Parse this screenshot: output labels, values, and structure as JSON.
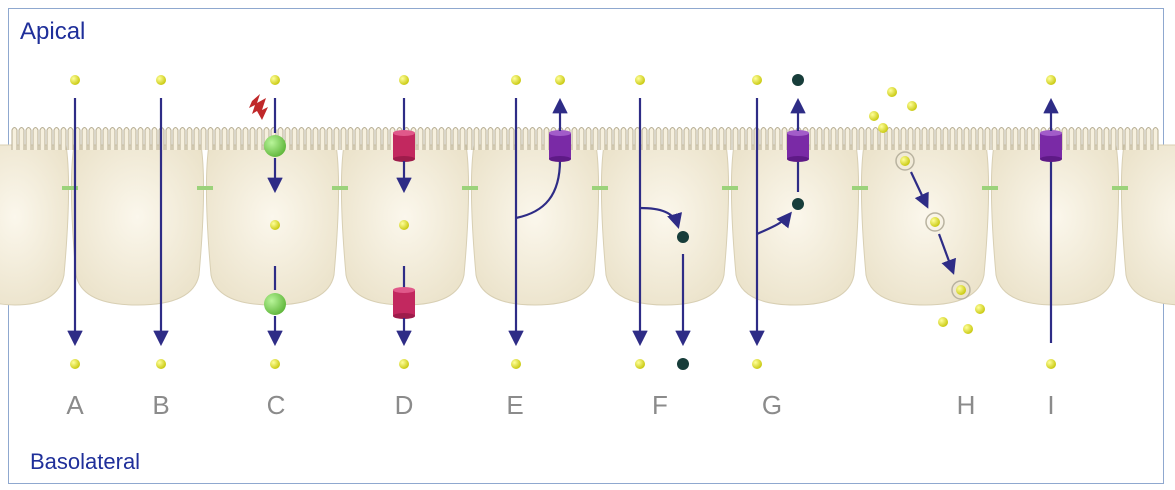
{
  "labels": {
    "apical": "Apical",
    "basolateral": "Basolateral"
  },
  "routes": [
    "A",
    "B",
    "C",
    "D",
    "E",
    "F",
    "G",
    "H",
    "I"
  ],
  "colors": {
    "frame": "#8fa8cf",
    "title_text": "#1f2f9a",
    "arrow": "#2e2c86",
    "solute_yellow": "#e3e21f",
    "metabolite_dark": "#173d3a",
    "channel_green": "#7bd14e",
    "carrier_magenta": "#c2285f",
    "efflux_purple": "#7a2aa6",
    "lightning": "#c0282a",
    "cell_fill": "#f1ead6",
    "junction_green": "#9bd27a",
    "route_letters": "#8b8b8b"
  },
  "icons": [
    "trigger-lightning-icon",
    "channel-protein-icon",
    "carrier-protein-icon",
    "efflux-transporter-icon",
    "vesicle-icon"
  ]
}
